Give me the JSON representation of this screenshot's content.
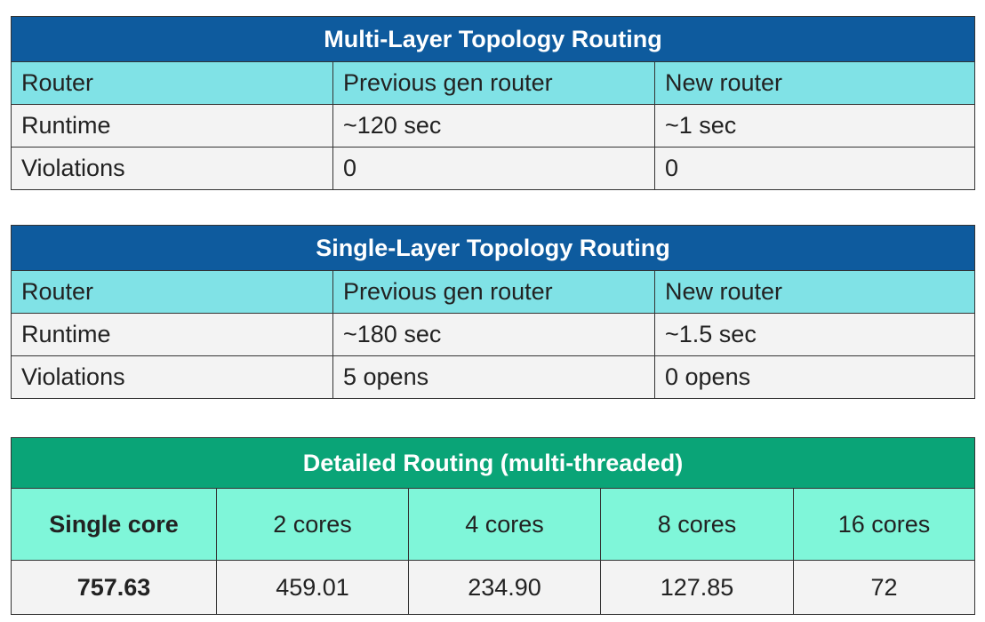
{
  "tables": [
    {
      "title": "Multi-Layer Topology Routing",
      "header": [
        "Router",
        "Previous gen router",
        "New router"
      ],
      "rows": [
        [
          "Runtime",
          "~120 sec",
          "~1 sec"
        ],
        [
          "Violations",
          "0",
          "0"
        ]
      ]
    },
    {
      "title": "Single-Layer Topology Routing",
      "header": [
        "Router",
        "Previous gen router",
        "New router"
      ],
      "rows": [
        [
          "Runtime",
          "~180 sec",
          "~1.5 sec"
        ],
        [
          "Violations",
          "5 opens",
          "0 opens"
        ]
      ]
    },
    {
      "title": "Detailed Routing (multi-threaded)",
      "header": [
        "Single core",
        "2 cores",
        "4 cores",
        "8 cores",
        "16 cores"
      ],
      "rows": [
        [
          "757.63",
          "459.01",
          "234.90",
          "127.85",
          "72"
        ]
      ]
    }
  ],
  "colors": {
    "title_blue": "#0e5b9e",
    "title_green": "#0aa477",
    "header_cyan": "#80e2e6",
    "header_mint": "#7ff6d9",
    "row_gray": "#f3f3f3"
  }
}
